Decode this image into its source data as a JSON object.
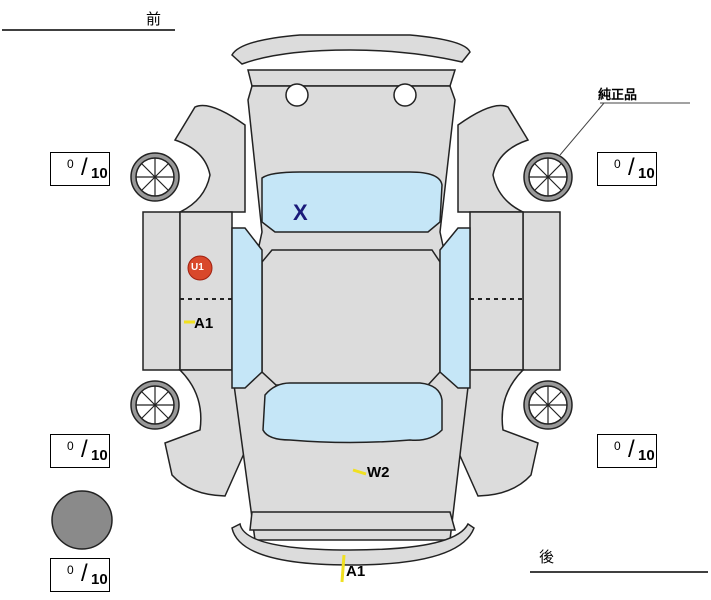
{
  "labels": {
    "front": "前",
    "rear": "後",
    "genuine": "純正品"
  },
  "tire_gauges": [
    {
      "id": "front-left",
      "value": "0",
      "denominator": "10"
    },
    {
      "id": "front-right",
      "value": "0",
      "denominator": "10"
    },
    {
      "id": "rear-left",
      "value": "0",
      "denominator": "10"
    },
    {
      "id": "rear-right",
      "value": "0",
      "denominator": "10"
    },
    {
      "id": "spare",
      "value": "0",
      "denominator": "10"
    }
  ],
  "damage_marks": [
    {
      "id": "windshield",
      "code": "X"
    },
    {
      "id": "left-front-door",
      "code": "U1"
    },
    {
      "id": "left-rear-door",
      "code": "A1"
    },
    {
      "id": "trunk",
      "code": "W2"
    },
    {
      "id": "rear-bumper",
      "code": "A1"
    }
  ],
  "colors": {
    "body": "#dcdcdc",
    "glass": "#c5e6f7",
    "x_mark": "#1a1a7a",
    "u_badge": "#d9482b",
    "highlight": "#f0e020"
  }
}
